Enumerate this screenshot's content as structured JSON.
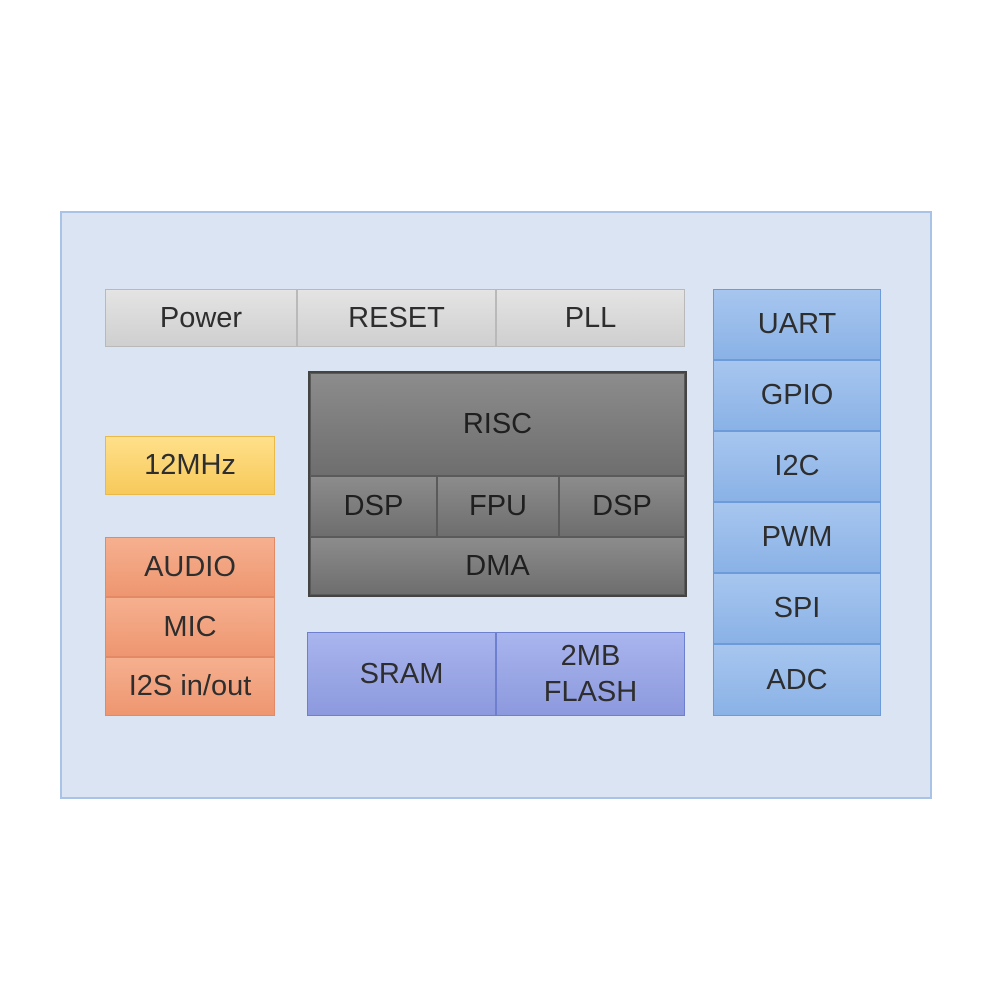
{
  "diagram": {
    "system_bar": [
      "Power",
      "RESET",
      "PLL"
    ],
    "core": {
      "cpu": "RISC",
      "coprocessors": [
        "DSP",
        "FPU",
        "DSP"
      ],
      "bus": "DMA"
    },
    "clock": "12MHz",
    "audio": [
      "AUDIO",
      "MIC",
      "I2S in/out"
    ],
    "memory": {
      "sram": "SRAM",
      "flash_line1": "2MB",
      "flash_line2": "FLASH"
    },
    "peripherals": [
      "UART",
      "GPIO",
      "I2C",
      "PWM",
      "SPI",
      "ADC"
    ]
  },
  "colors": {
    "frame": "#dbe4f3",
    "system": "#d9d9d9",
    "core": "#7f7f7f",
    "clock": "#fbd36e",
    "audio": "#f2a37f",
    "memory": "#9ca7e6",
    "peripherals": "#9bbcea"
  }
}
